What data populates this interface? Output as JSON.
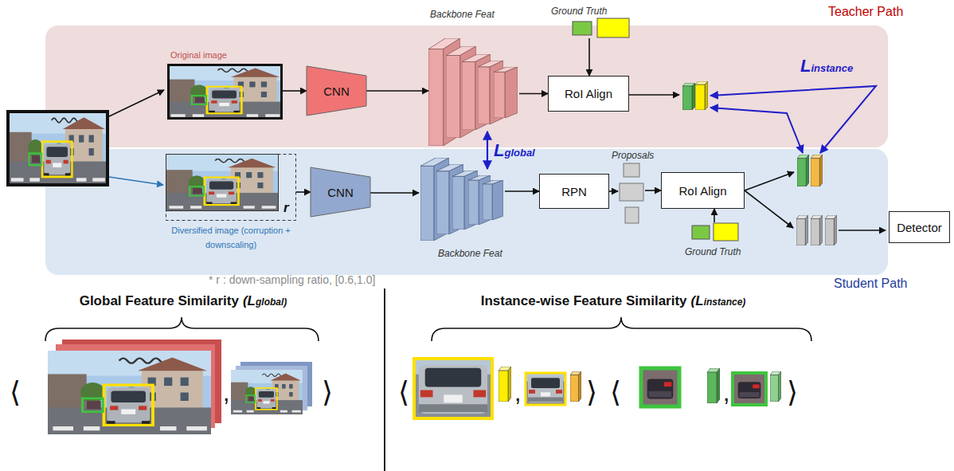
{
  "diagram": {
    "nodes": [
      {
        "text": [
          "Teacher Path"
        ]
      },
      {
        "text": [
          "Original image"
        ],
        "in": 0
      },
      {
        "text": [
          "CNN"
        ],
        "in": 0
      },
      {
        "text": [
          "Backbone Feat"
        ],
        "in": 0
      },
      {
        "text": [
          "Ground Truth"
        ],
        "in": 0
      },
      {
        "text": [
          "RoI Align"
        ],
        "in": 0
      },
      {
        "text": [
          "Student Path"
        ]
      },
      {
        "text": [
          "r",
          "Diversified image (corruption + downscaling)"
        ],
        "in": 6
      },
      {
        "text": [
          "CNN"
        ],
        "in": 6
      },
      {
        "text": [
          "Backbone Feat"
        ],
        "in": 6
      },
      {
        "text": [
          "RPN"
        ],
        "in": 6
      },
      {
        "text": [
          "Proposals"
        ],
        "in": 6
      },
      {
        "text": [
          "RoI Align"
        ],
        "in": 6
      },
      {
        "text": [
          "Ground Truth"
        ],
        "in": 6
      },
      {
        "text": [
          "Detector"
        ]
      }
    ],
    "edges": [
      {
        "from": 1,
        "to": 2,
        "arrow": "to"
      },
      {
        "from": 2,
        "to": 3,
        "arrow": "to"
      },
      {
        "from": 3,
        "to": 5,
        "arrow": "to"
      },
      {
        "from": 4,
        "to": 5,
        "arrow": "to"
      },
      {
        "from": 7,
        "to": 8,
        "arrow": "to"
      },
      {
        "from": 8,
        "to": 9,
        "arrow": "to"
      },
      {
        "from": 9,
        "to": 10,
        "arrow": "to"
      },
      {
        "from": 10,
        "to": 11,
        "arrow": "to"
      },
      {
        "from": 11,
        "to": 12,
        "arrow": "to"
      },
      {
        "from": 13,
        "to": 12,
        "arrow": "to"
      },
      {
        "from": 3,
        "to": 9,
        "arrow": "both",
        "label": "Lglobal"
      }
    ],
    "labels": [
      "Linstance",
      "* r : down-sampling ratio, [0.6,1.0]",
      "Global Feature Similarity",
      "(Lglobal)",
      "Instance-wise Feature Similarity",
      "(Linstance)",
      "⟨",
      ",",
      "⟩",
      "⟨",
      ",",
      "⟩",
      "⟨",
      ",",
      "⟩"
    ]
  }
}
